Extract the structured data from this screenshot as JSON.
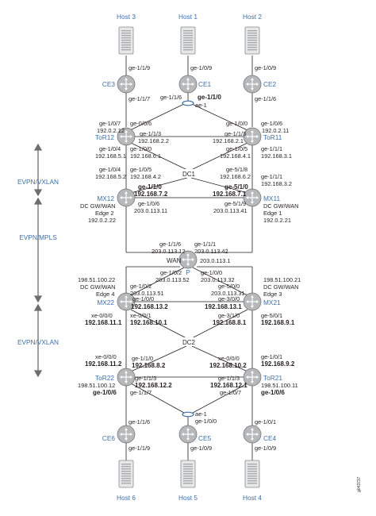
{
  "hosts": {
    "host3": "Host 3",
    "host1": "Host 1",
    "host2": "Host 2",
    "host6": "Host 6",
    "host5": "Host 5",
    "host4": "Host 4"
  },
  "devices": {
    "ce3": "CE3",
    "ce1": "CE1",
    "ce2": "CE2",
    "tor12": "ToR12",
    "tor11": "ToR11",
    "mx12": "MX12",
    "mx11": "MX11",
    "p": "P",
    "mx22": "MX22",
    "mx21": "MX21",
    "tor22": "ToR22",
    "tor21": "ToR21",
    "ce6": "CE6",
    "ce5": "CE5",
    "ce4": "CE4"
  },
  "zones": {
    "dc1": "DC1",
    "wan": "WAN",
    "dc2": "DC2"
  },
  "side_labels": {
    "evpn_vxlan_top": "EVPN/VXLAN",
    "evpn_mpls": "EVPN/MPLS",
    "evpn_vxlan_bottom": "EVPN/VXLAN"
  },
  "labels": {
    "h3_ce3": "ge-1/1/9",
    "ce3_tor12": "ge-1/1/7",
    "h1_ce1": "ge-1/0/9",
    "ce1_left": "ge-1/1/6",
    "ce1_right": "ge-1/1/0",
    "ae1_top": "ae-1",
    "h2_ce2": "ge-1/0/9",
    "ce2_tor11": "ge-1/1/6",
    "tor12_a1": "ge-1/0/7",
    "tor12_a2": "192.0.2.12",
    "tor12_b1": "ge-0/0/6",
    "tor12_c1": "ge-1/1/3",
    "tor12_c2": "192.168.2.2",
    "tor12_d1": "ge-1/0/4",
    "tor12_d2": "192.168.5.1",
    "tor12_e1": "ge-1/0/0",
    "tor12_e2": "192.168.6.1",
    "tor11_a1": "ge-1/0/6",
    "tor11_a2": "192.0.2.11",
    "tor11_b1": "ge-1/0/0",
    "tor11_c1": "ge-1/1/3",
    "tor11_c2": "192.168.2.1",
    "tor11_d1": "ge-1/0/5",
    "tor11_d2": "192.168.4.1",
    "tor11_e1": "ge-1/1/1",
    "tor11_e2": "192.168.3.1",
    "mx12_a1": "ge-1/0/4",
    "mx12_a2": "192.168.5.2",
    "mx12_b1": "ge-1/0/5",
    "mx12_b2": "192.168.4.2",
    "mx12_c1": "ge-1/1/0",
    "mx12_c2": "192.168.7.2",
    "mx12_d1": "ge-1/0/6",
    "mx12_d2": "203.0.113.11",
    "mx12_info1": "DC GW/WAN",
    "mx12_info2": "Edge 2",
    "mx12_info3": "192.0.2.22",
    "mx11_a1": "ge-5/1/8",
    "mx11_a2": "192.168.6.2",
    "mx11_b1": "ge-1/1/1",
    "mx11_b2": "192.168.3.2",
    "mx11_c1": "ge-5/1/0",
    "mx11_c2": "192.168.7.1",
    "mx11_d1": "ge-5/1/9",
    "mx11_d2": "203.0.113.41",
    "mx11_info1": "DC GW/WAN",
    "mx11_info2": "Edge 1",
    "mx11_info3": "192.0.2.21",
    "p_a1": "ge-1/1/6",
    "p_a2": "203.0.113.12",
    "p_b1": "ge-1/1/1",
    "p_b2": "203.0.113.42",
    "p_c1": "203.0.113.1",
    "p_d1": "ge-1/0/2",
    "p_d2": "203.0.113.52",
    "p_e1": "ge-1/0/0",
    "p_e2": "203.0.113.32",
    "mx22_info1": "198.51.100.22",
    "mx22_info2": "DC GW/WAN",
    "mx22_info3": "Edge 4",
    "mx22_a1": "ge-1/0/2",
    "mx22_a2": "203.0.113.51",
    "mx22_b1": "ge-1/0/0",
    "mx22_b2": "192.168.13.2",
    "mx22_c1": "xe-0/0/1",
    "mx22_c2": "192.168.10.1",
    "mx22_d1": "xe-0/0/0",
    "mx22_d2": "192.168.11.1",
    "mx21_info1": "198.51.100.21",
    "mx21_info2": "DC GW/WAN",
    "mx21_info3": "Edge 3",
    "mx21_a1": "ge-5/0/0",
    "mx21_a2": "203.0.113.31",
    "mx21_b1": "ge-3/0/0",
    "mx21_b2": "192.168.13.1",
    "mx21_c1": "ge-3/1/0",
    "mx21_c2": "192.168.8.1",
    "mx21_d1": "ge-5/0/1",
    "mx21_d2": "192.168.9.1",
    "tor22_a1": "xe-0/0/0",
    "tor22_a2": "192.168.11.2",
    "tor22_b1": "ge-1/1/0",
    "tor22_b2": "192.168.8.2",
    "tor22_c1": "ge-1/1/3",
    "tor22_c2": "192.168.12.2",
    "tor22_d1": "198.51.100.12",
    "tor22_e1": "ge-1/0/6",
    "tor22_f1": "ge-1/1/7",
    "tor21_a1": "xe-0/0/0",
    "tor21_a2": "192.168.10.2",
    "tor21_b1": "ge-1/0/1",
    "tor21_b2": "192.168.9.2",
    "tor21_c1": "ge-1/1/3",
    "tor21_c2": "192.168.12.1",
    "tor21_d1": "198.51.100.11",
    "tor21_e1": "ge-1/0/6",
    "tor21_f1": "ge-1/0/7",
    "ae1_bottom": "ae-1",
    "ce5_top": "ge-1/0/0",
    "ce6_a": "ge-1/1/6",
    "ce6_b": "ge-1/1/9",
    "ce5_b": "ge-1/0/9",
    "ce4_a": "ge-1/0/1",
    "ce4_b": "ge-1/0/9"
  },
  "figure_id": "g043737"
}
